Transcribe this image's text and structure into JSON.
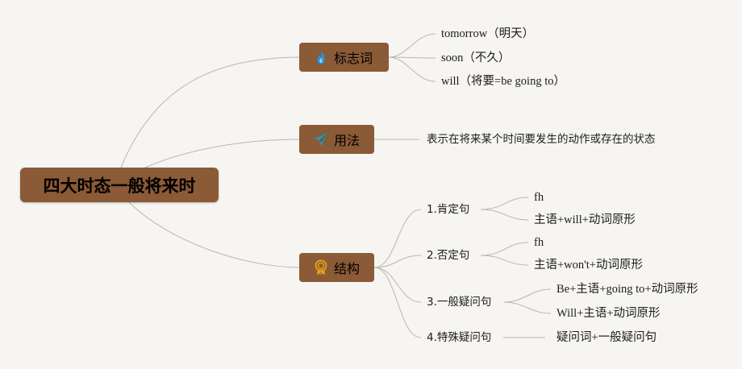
{
  "root": {
    "label": "四大时态一般将来时"
  },
  "branches": {
    "markers": {
      "label": "标志词",
      "icon": "flame-icon",
      "items": [
        "tomorrow（明天）",
        "soon（不久）",
        "will（将要=be going to）"
      ]
    },
    "usage": {
      "label": "用法",
      "icon": "paper-plane-icon",
      "text": "表示在将来某个时间要发生的动作或存在的状态"
    },
    "structure": {
      "label": "结构",
      "icon": "award-icon",
      "items": [
        {
          "label": "1.肯定句",
          "children": [
            "fh",
            "主语+will+动词原形"
          ]
        },
        {
          "label": "2.否定句",
          "children": [
            "fh",
            "主语+won't+动词原形"
          ]
        },
        {
          "label": "3.一般疑问句",
          "children": [
            "Be+主语+going to+动词原形",
            "Will+主语+动词原形"
          ]
        },
        {
          "label": "4.特殊疑问句",
          "children": [
            "疑问词+一般疑问句"
          ]
        }
      ]
    }
  },
  "colors": {
    "background": "#f6f5f2",
    "node_fill": "#8b5a36",
    "line": "#b9b6b0",
    "flame_icon": "#2f8fd8",
    "plane_icon": "#3f8f9a",
    "award_icon": "#e3a21a"
  }
}
